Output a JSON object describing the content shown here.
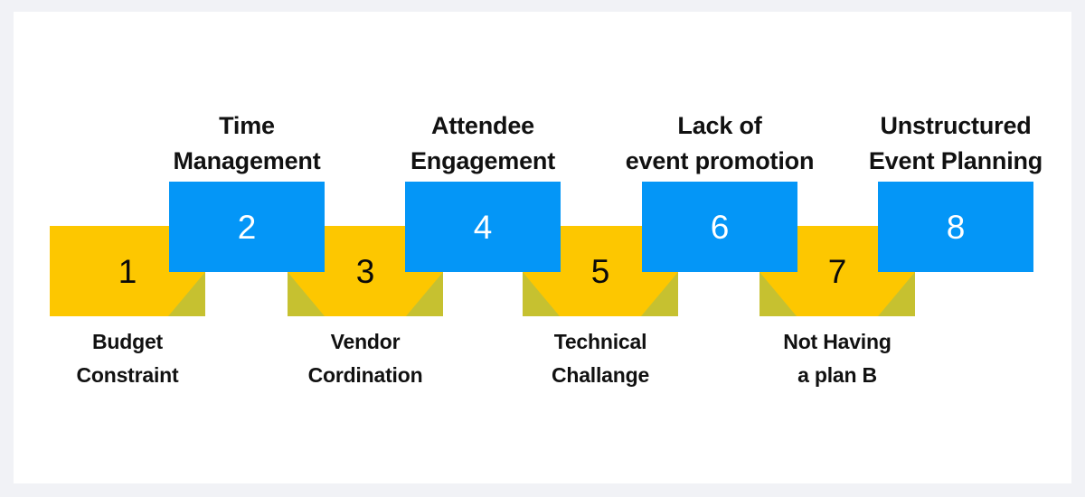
{
  "page": {
    "background_color": "#f1f2f6",
    "card_background": "#ffffff"
  },
  "theme": {
    "blue": "#0496f7",
    "yellow": "#fdc700",
    "shadow_olive": "#c6c130",
    "text_dark": "#111111",
    "text_on_blue": "#ffffff",
    "text_on_yellow": "#0a0a0a"
  },
  "infographic": {
    "type": "zigzag-step-process",
    "step_count": 8,
    "steps": [
      {
        "number": "1",
        "position": "bottom",
        "color": "yellow",
        "label_line1": "Budget",
        "label_line2": "Constraint",
        "shade_left": false,
        "shade_right": true
      },
      {
        "number": "2",
        "position": "top",
        "color": "blue",
        "label_line1": "Time",
        "label_line2": "Management"
      },
      {
        "number": "3",
        "position": "bottom",
        "color": "yellow",
        "label_line1": "Vendor",
        "label_line2": "Cordination",
        "shade_left": true,
        "shade_right": true
      },
      {
        "number": "4",
        "position": "top",
        "color": "blue",
        "label_line1": "Attendee",
        "label_line2": "Engagement"
      },
      {
        "number": "5",
        "position": "bottom",
        "color": "yellow",
        "label_line1": "Technical",
        "label_line2": "Challange",
        "shade_left": true,
        "shade_right": true
      },
      {
        "number": "6",
        "position": "top",
        "color": "blue",
        "label_line1": "Lack of",
        "label_line2": "event promotion"
      },
      {
        "number": "7",
        "position": "bottom",
        "color": "yellow",
        "label_line1": "Not Having",
        "label_line2": "a plan B",
        "shade_left": true,
        "shade_right": true
      },
      {
        "number": "8",
        "position": "top",
        "color": "blue",
        "label_line1": "Unstructured",
        "label_line2": "Event Planning"
      }
    ]
  }
}
